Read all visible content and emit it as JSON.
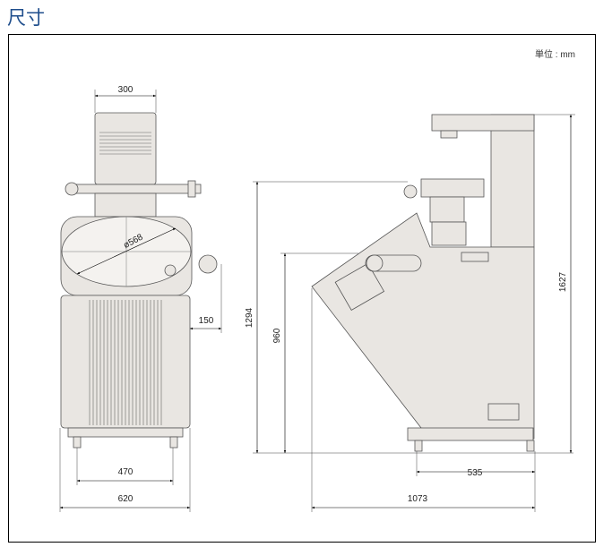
{
  "title": "尺寸",
  "unit_label": "単位 : mm",
  "front_view": {
    "width_head": "300",
    "screen_diameter": "ø568",
    "dial_offset": "150",
    "foot_spacing": "470",
    "total_width": "620"
  },
  "side_view": {
    "stage_height": "1294",
    "screen_height": "960",
    "total_height": "1627",
    "foot_spacing": "535",
    "total_depth": "1073"
  }
}
